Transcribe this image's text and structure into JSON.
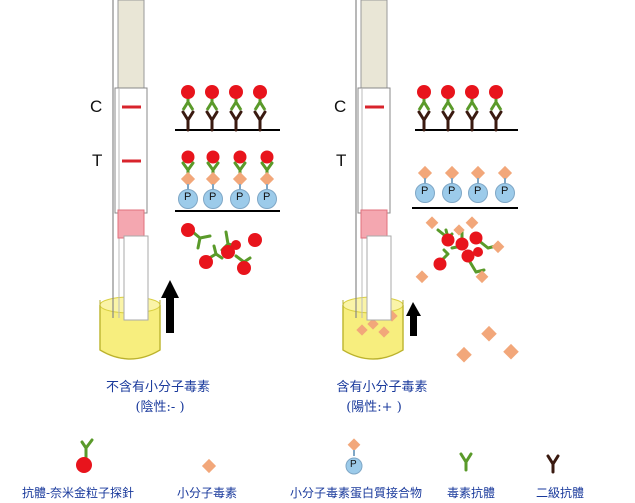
{
  "panels": [
    {
      "id": "negative",
      "caption_line1": "不含有小分子毒素",
      "caption_line2": "(陰性:- )",
      "c_label": "C",
      "t_label": "T"
    },
    {
      "id": "positive",
      "caption_line1": "含有小分子毒素",
      "caption_line2": "(陽性:+ )",
      "c_label": "C",
      "t_label": "T"
    }
  ],
  "conjugate_letter": "P",
  "legend": [
    {
      "key": "probe",
      "label": "抗體-奈米金粒子探針"
    },
    {
      "key": "toxin",
      "label": "小分子毒素"
    },
    {
      "key": "conjugate",
      "label": "小分子毒素蛋白質接合物"
    },
    {
      "key": "toxin_antibody",
      "label": "毒素抗體"
    },
    {
      "key": "secondary_antibody",
      "label": "二級抗體"
    }
  ],
  "colors": {
    "gold_particle": "#e8141c",
    "toxin_antibody": "#5a9a2a",
    "secondary_antibody": "#3a1a10",
    "toxin": "#f2a77a",
    "conjugate_ball": "#9ccbea",
    "test_line": "#d8242c",
    "sample_liquid": "#f7ee7e",
    "pad": "#f4a7b0",
    "caption_text": "#1a3a9c"
  }
}
